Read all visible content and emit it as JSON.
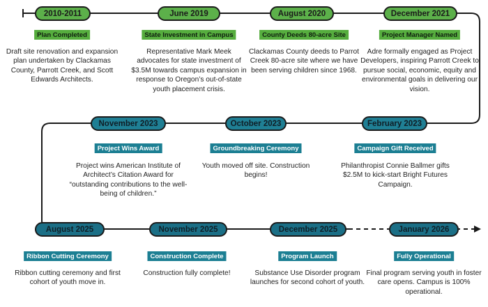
{
  "milestones": [
    {
      "date": "2010-2011",
      "title": "Plan Completed",
      "text": "Draft site renovation and expansion plan undertaken by Clackamas County, Parrott Creek, and Scott Edwards Architects."
    },
    {
      "date": "June 2019",
      "title": "State Investment in Campus",
      "text": "Representative Mark Meek advocates for state investment of $3.5M towards campus expansion in response to Oregon’s out-of-state youth placement crisis."
    },
    {
      "date": "August 2020",
      "title": "County Deeds 80-acre Site",
      "text": "Clackamas County deeds to Parrot Creek 80-acre site where we have been serving children since 1968."
    },
    {
      "date": "December 2021",
      "title": "Project Manager Named",
      "text": "Adre formally engaged as Project Developers, inspiring Parrott Creek to pursue social, economic, equity and environmental goals in delivering our vision."
    },
    {
      "date": "November 2023",
      "title": "Project Wins Award",
      "text": "Project wins American Institute of Architect’s Citation Award for “outstanding contributions to the well-being of children.”"
    },
    {
      "date": "October 2023",
      "title": "Groundbreaking Ceremony",
      "text": "Youth moved off site. Construction begins!"
    },
    {
      "date": "February 2023",
      "title": "Campaign Gift Received",
      "text": "Philanthropist Connie Ballmer gifts $2.5M to kick-start Bright Futures Campaign."
    },
    {
      "date": "August 2025",
      "title": "Ribbon Cutting Ceremony",
      "text": "Ribbon cutting ceremony and first cohort of youth move in."
    },
    {
      "date": "November 2025",
      "title": "Construction Complete",
      "text": "Construction fully complete!"
    },
    {
      "date": "December 2025",
      "title": "Program Launch",
      "text": "Substance Use Disorder program launches for second cohort of youth."
    },
    {
      "date": "January 2026",
      "title": "Fully Operational",
      "text": "Final program serving youth in foster care opens. Campus is 100% operational."
    }
  ],
  "colors": {
    "green": "#5cb04a",
    "teal": "#1f7f94",
    "line": "#1a1a1a"
  }
}
